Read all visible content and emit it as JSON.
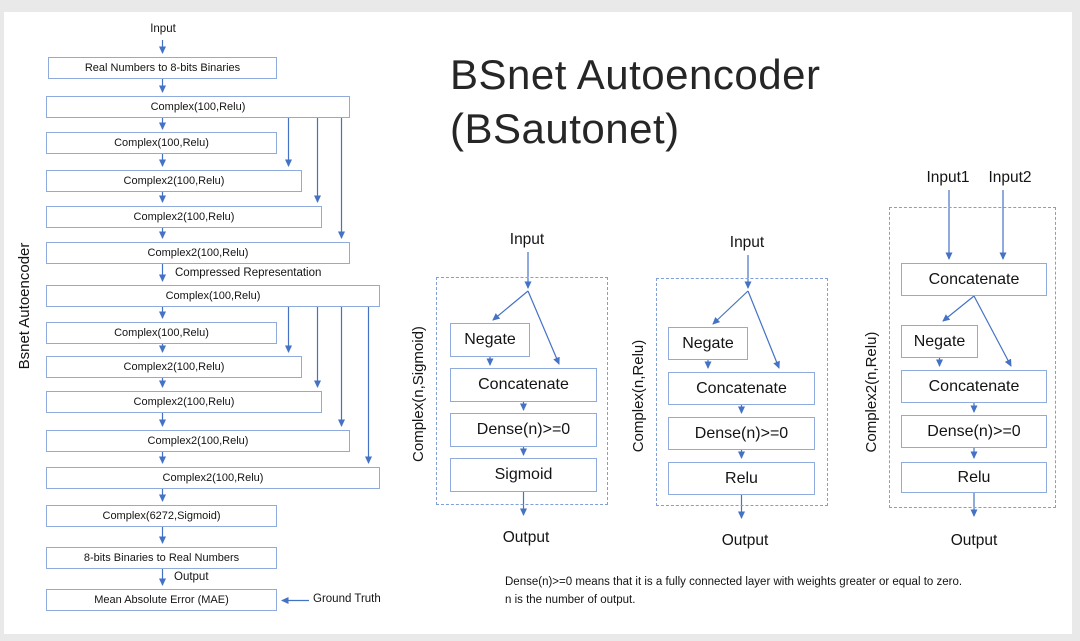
{
  "slide": {
    "title_line1": "BSnet Autoencoder",
    "title_line2": "(BSautonet)",
    "footnote_line1": "Dense(n)>=0 means that it is a fully connected layer with weights greater or equal to zero.",
    "footnote_line2": "n is the number of output."
  },
  "flowchart": {
    "side_label": "Bsnet Autoencoder",
    "input_label": "Input",
    "compressed_label": "Compressed Representation",
    "output_label": "Output",
    "ground_truth_label": "Ground Truth",
    "nodes": [
      "Real Numbers to 8-bits Binaries",
      "Complex(100,Relu)",
      "Complex(100,Relu)",
      "Complex2(100,Relu)",
      "Complex2(100,Relu)",
      "Complex2(100,Relu)",
      "Complex(100,Relu)",
      "Complex(100,Relu)",
      "Complex2(100,Relu)",
      "Complex2(100,Relu)",
      "Complex2(100,Relu)",
      "Complex2(100,Relu)",
      "Complex(6272,Sigmoid)",
      "8-bits Binaries to Real Numbers",
      "Mean Absolute Error (MAE)"
    ]
  },
  "mini_diagrams": [
    {
      "side_label": "Complex(n,Sigmoid)",
      "input_label": "Input",
      "output_label": "Output",
      "nodes": [
        "Negate",
        "Concatenate",
        "Dense(n)>=0",
        "Sigmoid"
      ]
    },
    {
      "side_label": "Complex(n,Relu)",
      "input_label": "Input",
      "output_label": "Output",
      "nodes": [
        "Negate",
        "Concatenate",
        "Dense(n)>=0",
        "Relu"
      ]
    },
    {
      "side_label": "Complex2(n,Relu)",
      "input1_label": "Input1",
      "input2_label": "Input2",
      "output_label": "Output",
      "nodes": [
        "Concatenate",
        "Negate",
        "Concatenate",
        "Dense(n)>=0",
        "Relu"
      ]
    }
  ],
  "colors": {
    "box_border": "#8faadc",
    "dashed_border": "#7f9fd6",
    "arrow": "#4472c4",
    "text": "#141414",
    "title_text": "#262626",
    "slide_background": "#ffffff",
    "frame_background": "#e9e9e9"
  }
}
